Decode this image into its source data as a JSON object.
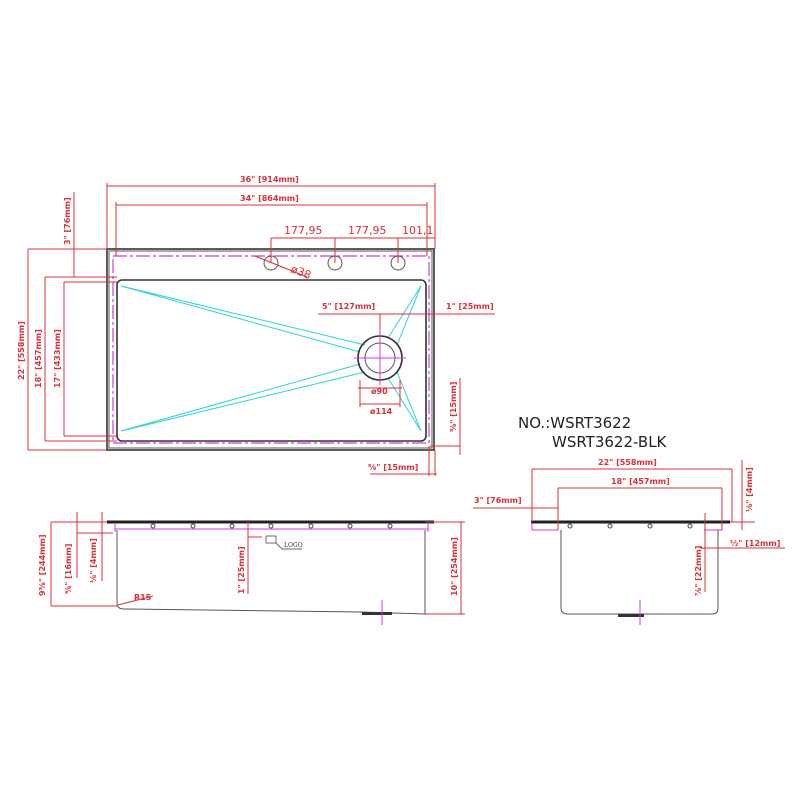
{
  "title": "Sink technical drawing",
  "model": {
    "line1": "NO.:WSRT3622",
    "line2": "WSRT3622-BLK"
  },
  "top_view": {
    "overall_width": "36\" [914mm]",
    "inner_width": "34\" [864mm]",
    "hole_spacing_1": "177,95",
    "hole_spacing_2": "177,95",
    "hole_edge": "101,1",
    "hole_diameter": "ø38",
    "deck_depth": "3\" [76mm]",
    "overall_depth": "22\" [558mm]",
    "bowl_depth": "18\" [457mm]",
    "inner_depth": "17\" [433mm]",
    "drain_offset": "5\" [127mm]",
    "drain_edge": "1\" [25mm]",
    "drain_inner": "ø90",
    "drain_outer": "ø114",
    "side_margin": "⅝\" [15mm]",
    "bottom_margin": "⅝\" [15mm]"
  },
  "front_view": {
    "total_height": "9⅝\" [244mm]",
    "flange_height": "⅝\" [16mm]",
    "lip": "⅛\" [4mm]",
    "logo_offset": "1\" [25mm]",
    "logo": "LOGO",
    "radius": "R15",
    "bowl_height": "10\" [254mm]"
  },
  "side_view": {
    "overall_depth": "22\" [558mm]",
    "bowl_depth": "18\" [457mm]",
    "deck": "3\" [76mm]",
    "lip": "⅛\" [4mm]",
    "flange": "½\" [12mm]",
    "ledge": "⅞\" [22mm]"
  }
}
